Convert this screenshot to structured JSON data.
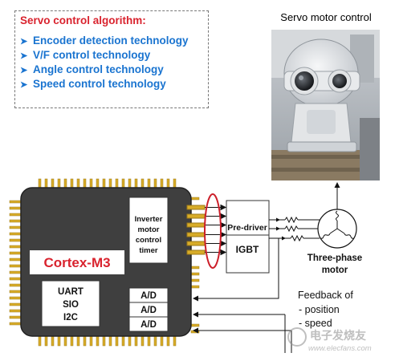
{
  "algorithm_box": {
    "title": "Servo control algorithm:",
    "items": [
      "Encoder detection technology",
      "V/F control technology",
      "Angle control technology",
      "Speed control technology"
    ]
  },
  "photo": {
    "title": "Servo motor control"
  },
  "chip": {
    "core_label": "Cortex-M3",
    "timer_block": [
      "Inverter",
      "motor",
      "control",
      "timer"
    ],
    "serial_block": [
      "UART",
      "SIO",
      "I2C"
    ],
    "adc_labels": [
      "A/D",
      "A/D",
      "A/D"
    ]
  },
  "driver": {
    "pre_driver": "Pre-driver",
    "igbt": "IGBT"
  },
  "motor": {
    "label_line1": "Three-phase",
    "label_line2": "motor"
  },
  "feedback": {
    "title": "Feedback of",
    "items": [
      "- position",
      "- speed"
    ]
  },
  "watermark": {
    "cn": "电子发烧友",
    "url": "www.elecfans.com"
  },
  "colors": {
    "chip_body": "#3f3f3f",
    "pins": "#d8ac28",
    "title_red": "#d9232e",
    "bullet_blue": "#1a74d0",
    "ellipse_red": "#cc1f2a"
  }
}
